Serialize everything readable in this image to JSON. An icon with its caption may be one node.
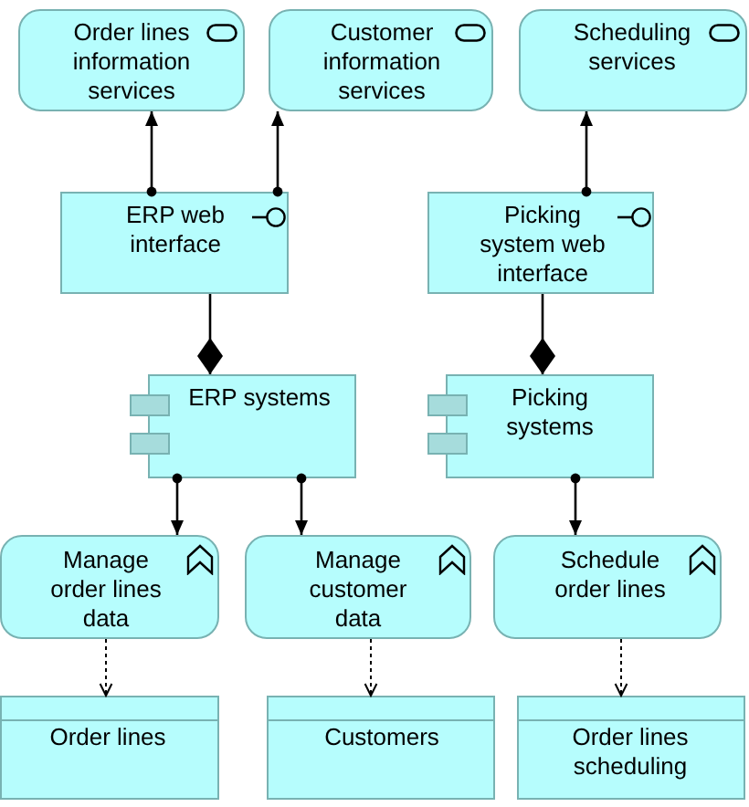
{
  "diagram": {
    "nodes": [
      {
        "text": [
          "Order lines information services"
        ]
      },
      {
        "text": [
          "Customer information services"
        ]
      },
      {
        "text": [
          "Scheduling services"
        ]
      },
      {
        "text": [
          "ERP web interface"
        ]
      },
      {
        "text": [
          "Picking system web interface"
        ]
      },
      {
        "text": [
          "ERP systems"
        ]
      },
      {
        "text": [
          "Picking systems"
        ]
      },
      {
        "text": [
          "Manage order lines data"
        ]
      },
      {
        "text": [
          "Manage customer data"
        ]
      },
      {
        "text": [
          "Schedule order lines"
        ]
      },
      {
        "text": [
          "Order lines"
        ]
      },
      {
        "text": [
          "Customers"
        ]
      },
      {
        "text": [
          "Order lines scheduling"
        ]
      }
    ],
    "edges": [
      {
        "from": 3,
        "to": 0,
        "arrow": "to"
      },
      {
        "from": 3,
        "to": 1,
        "arrow": "to"
      },
      {
        "from": 4,
        "to": 2,
        "arrow": "to"
      },
      {
        "from": 5,
        "to": 3,
        "arrow": "other"
      },
      {
        "from": 6,
        "to": 4,
        "arrow": "other"
      },
      {
        "from": 5,
        "to": 7,
        "arrow": "to"
      },
      {
        "from": 5,
        "to": 8,
        "arrow": "to"
      },
      {
        "from": 6,
        "to": 9,
        "arrow": "to"
      },
      {
        "from": 7,
        "to": 10,
        "arrow": "to",
        "style": "dashed"
      },
      {
        "from": 8,
        "to": 11,
        "arrow": "to",
        "style": "dashed"
      },
      {
        "from": 9,
        "to": 12,
        "arrow": "to",
        "style": "dashed"
      }
    ]
  }
}
